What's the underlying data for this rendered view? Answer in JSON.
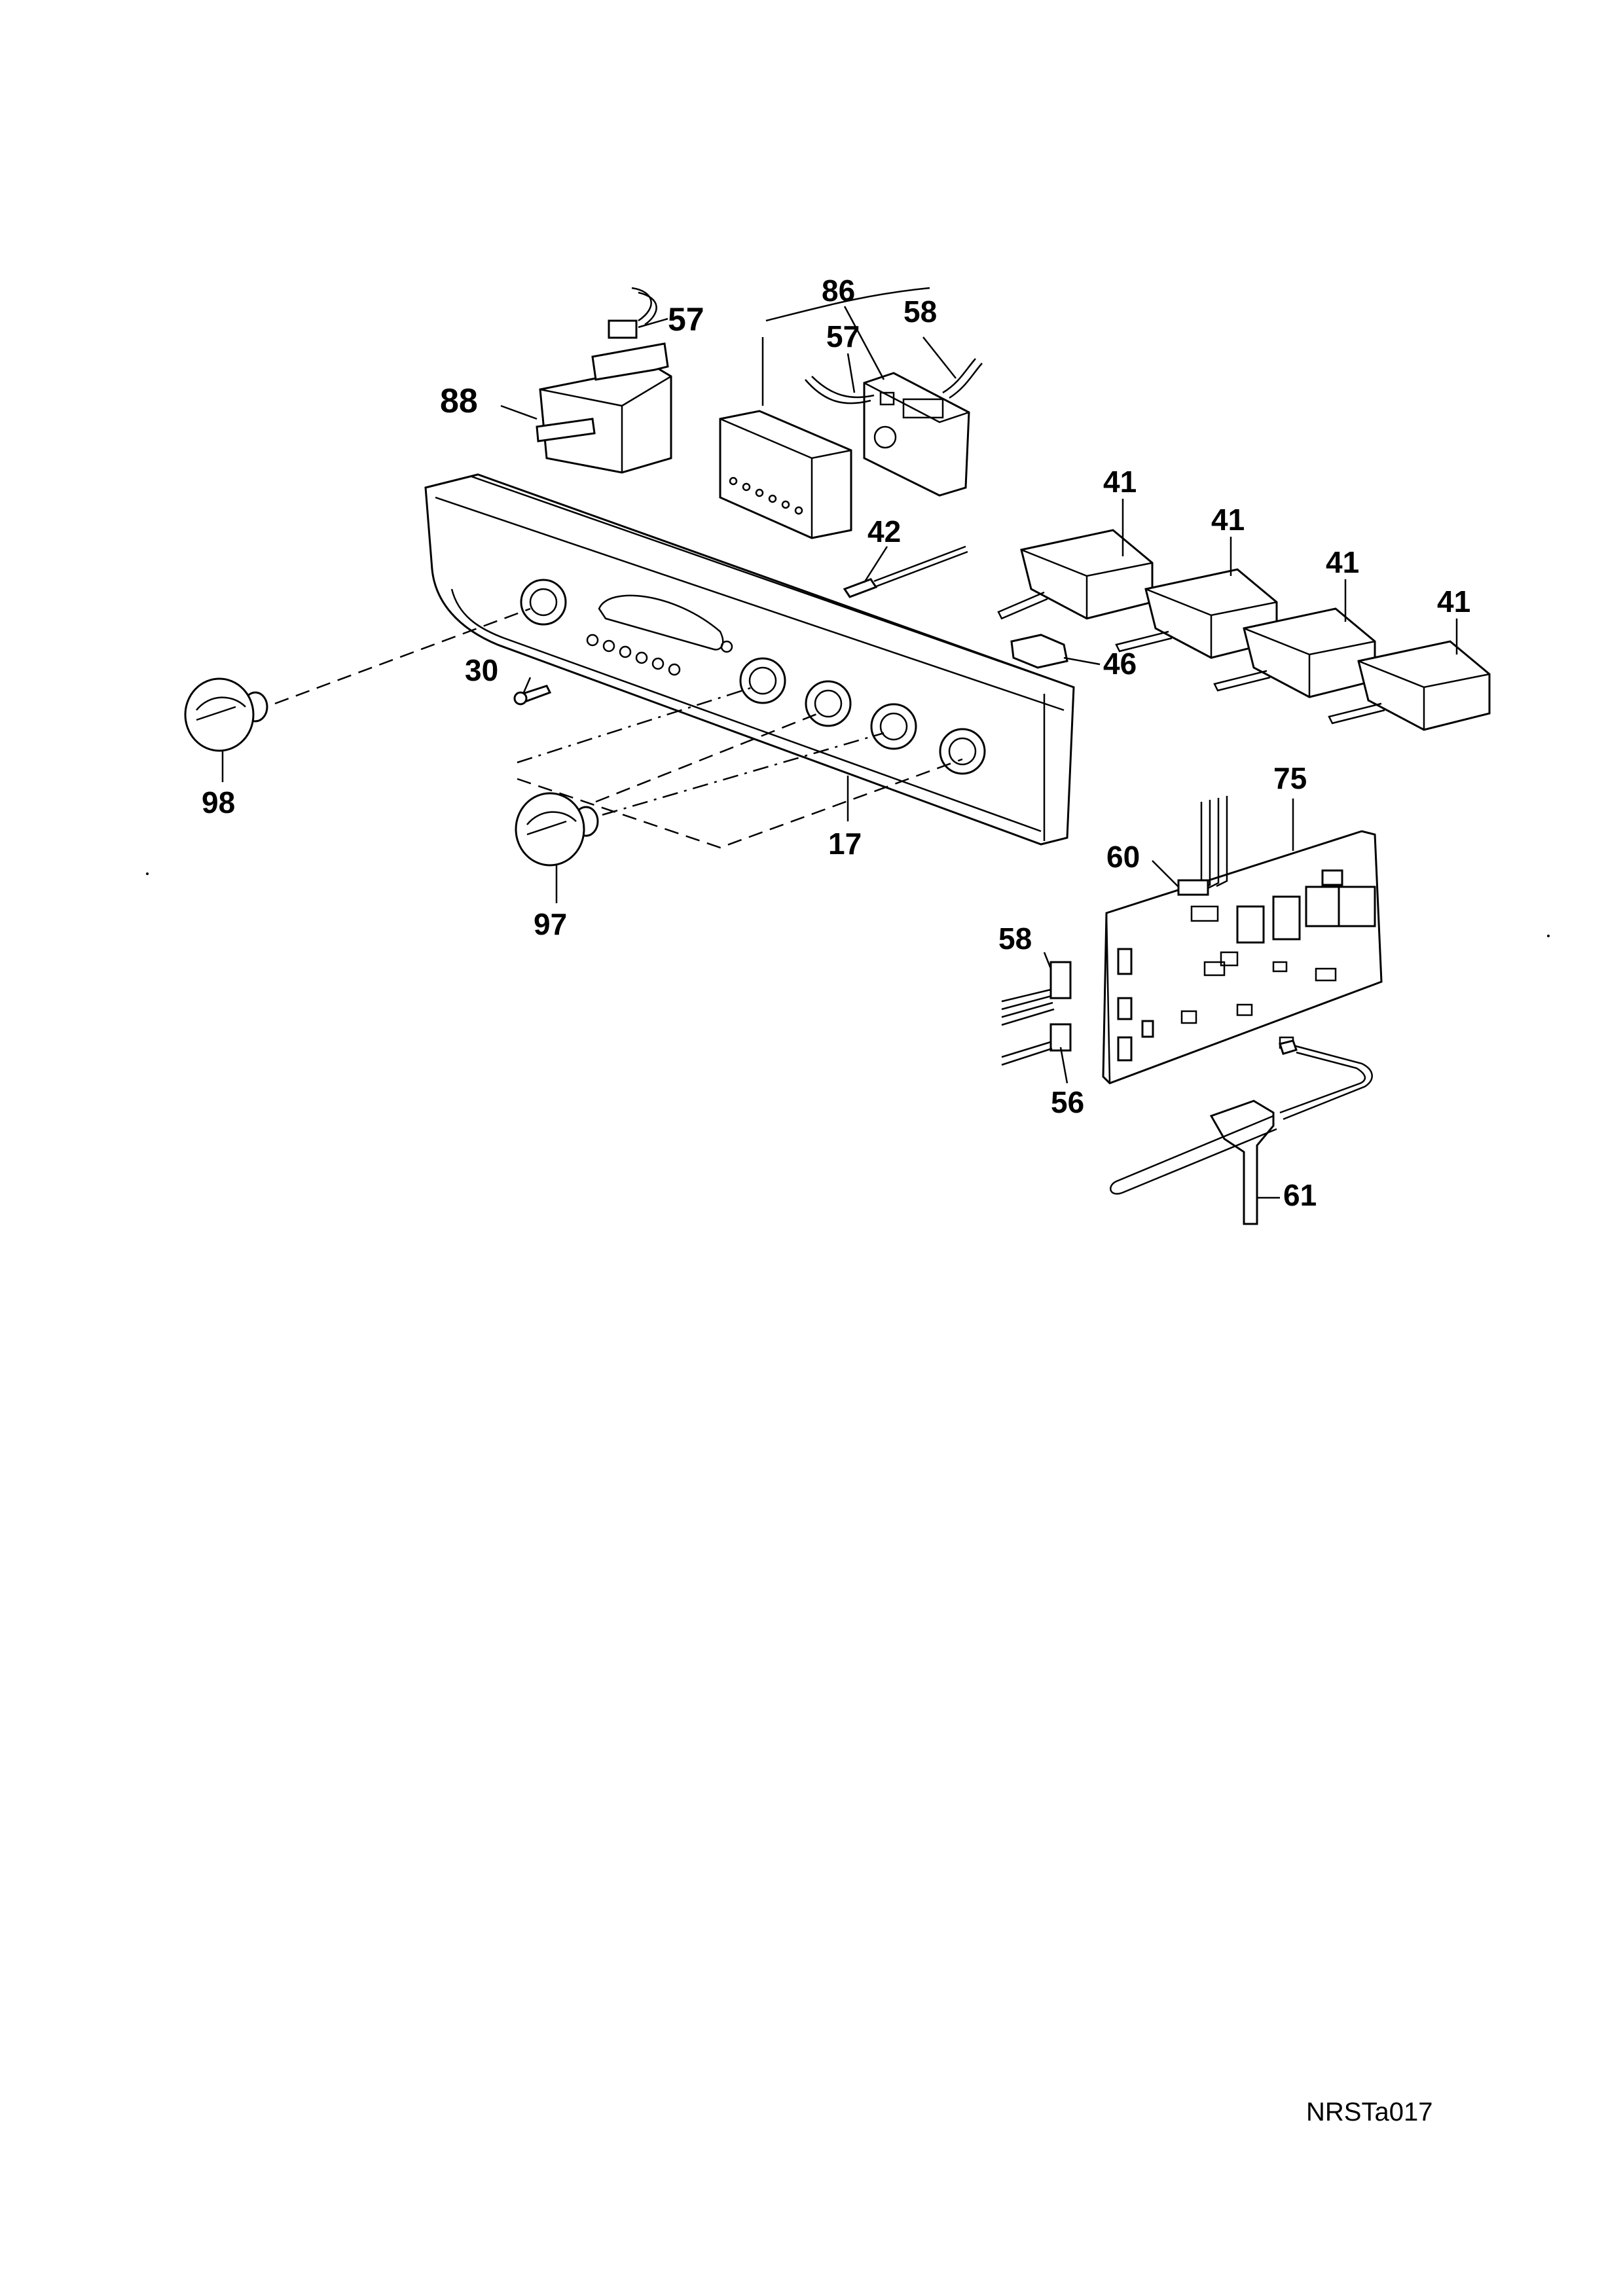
{
  "figure_ref": "NRSTa017",
  "callouts": {
    "c57a": "57",
    "c88": "88",
    "c86": "86",
    "c58a": "58",
    "c57b": "57",
    "c42": "42",
    "c41a": "41",
    "c41b": "41",
    "c41c": "41",
    "c41d": "41",
    "c46": "46",
    "c30": "30",
    "c98": "98",
    "c17": "17",
    "c97": "97",
    "c75": "75",
    "c60": "60",
    "c58b": "58",
    "c56": "56",
    "c61": "61"
  }
}
